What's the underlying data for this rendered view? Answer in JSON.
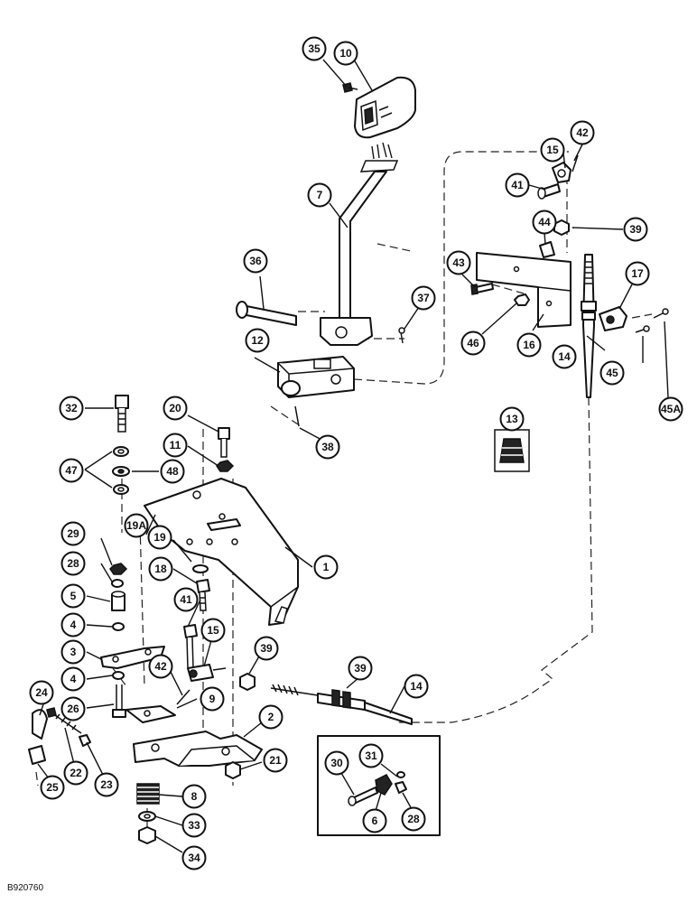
{
  "figure_ref": "B920760",
  "callouts": [
    {
      "label": "35"
    },
    {
      "label": "10"
    },
    {
      "label": "7"
    },
    {
      "label": "15"
    },
    {
      "label": "42"
    },
    {
      "label": "41"
    },
    {
      "label": "39"
    },
    {
      "label": "44"
    },
    {
      "label": "43"
    },
    {
      "label": "17"
    },
    {
      "label": "36"
    },
    {
      "label": "37"
    },
    {
      "label": "46"
    },
    {
      "label": "16"
    },
    {
      "label": "14"
    },
    {
      "label": "45"
    },
    {
      "label": "12"
    },
    {
      "label": "45A"
    },
    {
      "label": "13"
    },
    {
      "label": "32"
    },
    {
      "label": "20"
    },
    {
      "label": "38"
    },
    {
      "label": "11"
    },
    {
      "label": "47"
    },
    {
      "label": "48"
    },
    {
      "label": "19A"
    },
    {
      "label": "29"
    },
    {
      "label": "19"
    },
    {
      "label": "1"
    },
    {
      "label": "28"
    },
    {
      "label": "18"
    },
    {
      "label": "5"
    },
    {
      "label": "41"
    },
    {
      "label": "4"
    },
    {
      "label": "15"
    },
    {
      "label": "39"
    },
    {
      "label": "3"
    },
    {
      "label": "42"
    },
    {
      "label": "39"
    },
    {
      "label": "14"
    },
    {
      "label": "4"
    },
    {
      "label": "9"
    },
    {
      "label": "24"
    },
    {
      "label": "26"
    },
    {
      "label": "2"
    },
    {
      "label": "31"
    },
    {
      "label": "21"
    },
    {
      "label": "30"
    },
    {
      "label": "22"
    },
    {
      "label": "23"
    },
    {
      "label": "25"
    },
    {
      "label": "8"
    },
    {
      "label": "6"
    },
    {
      "label": "28"
    },
    {
      "label": "33"
    },
    {
      "label": "34"
    }
  ]
}
